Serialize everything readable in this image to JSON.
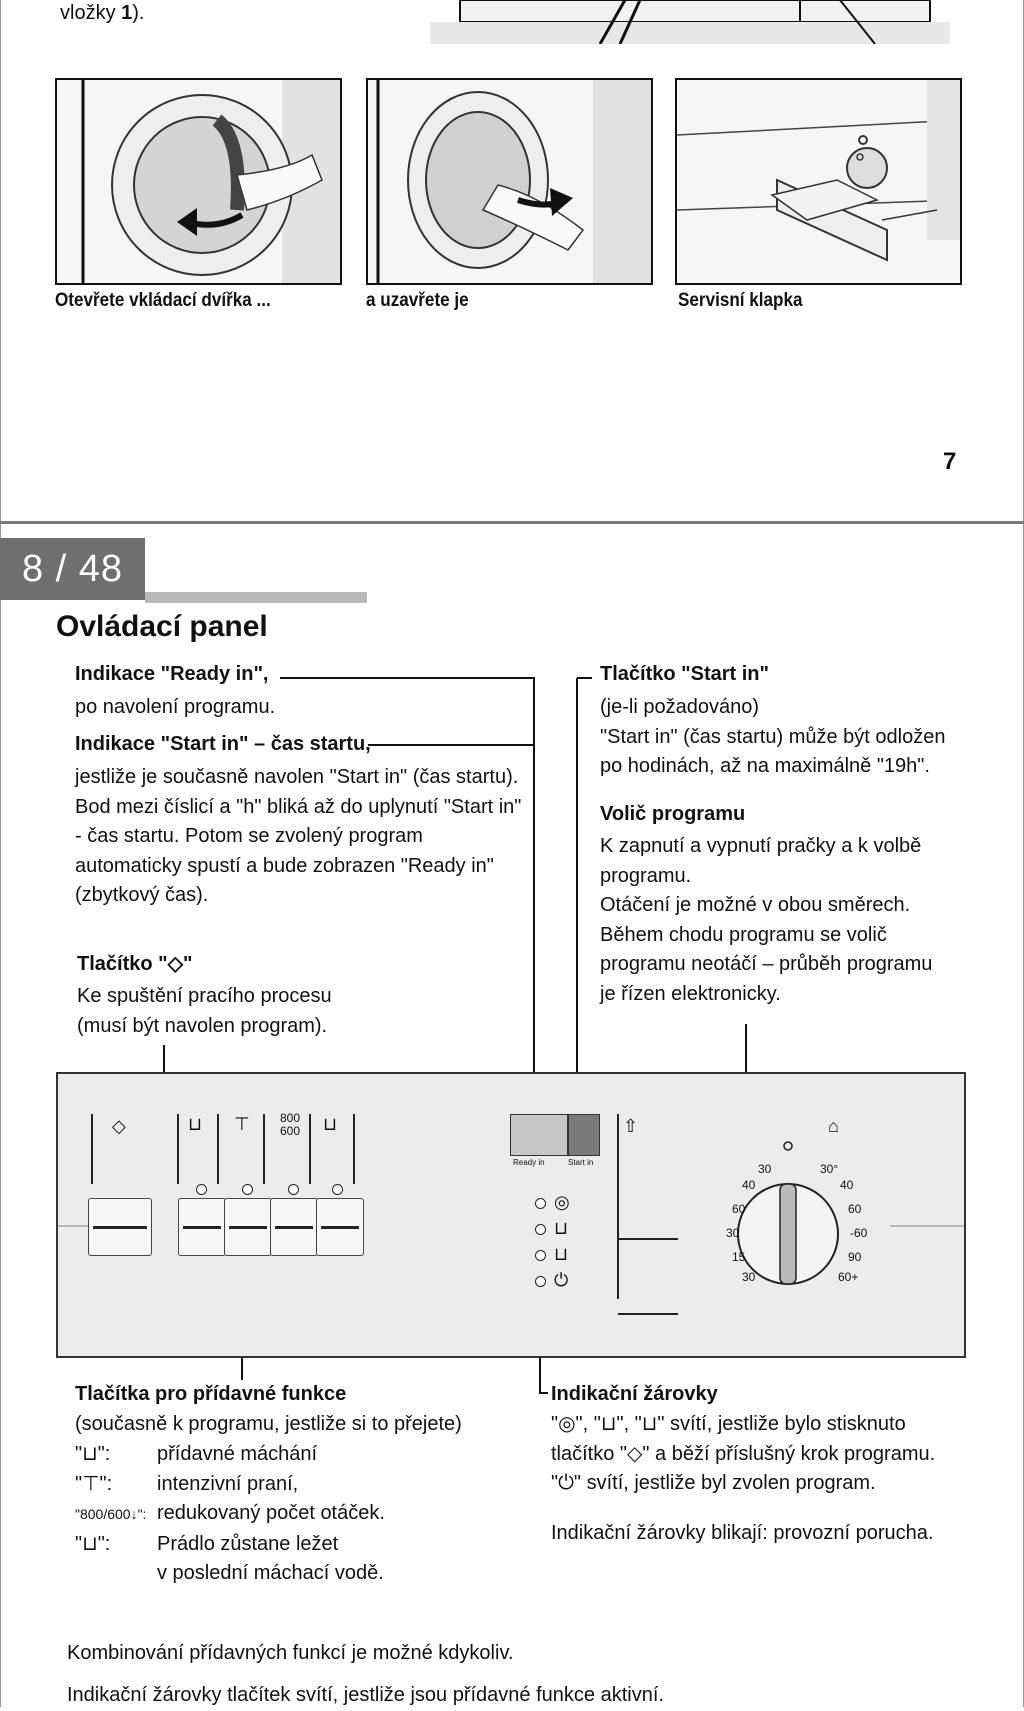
{
  "page7": {
    "top_text_prefix": "vložky ",
    "top_text_bold": "1",
    "top_text_suffix": ").",
    "captions": [
      "Otevřete vkládací dvířka ...",
      "a uzavřete je",
      "Servisní klapka"
    ],
    "page_number": "7"
  },
  "page8": {
    "badge": "8 / 48",
    "title": "Ovládací panel",
    "ready_in": {
      "title": "Indikace \"Ready in\",",
      "text": "po navolení programu."
    },
    "start_in_display": {
      "title": "Indikace \"Start in\" – čas startu,",
      "lines": [
        "jestliže je současně navolen \"Start in\" (čas startu).",
        "Bod mezi číslicí a \"h\" bliká až do uplynutí \"Start in\"",
        "- čas startu. Potom se zvolený program",
        "automaticky spustí a bude zobrazen \"Ready in\"",
        "(zbytkový čas)."
      ]
    },
    "start_button": {
      "title": "Tlačítko \"◇\"",
      "lines": [
        "Ke spuštění pracího procesu",
        "(musí být navolen program)."
      ]
    },
    "start_in_button": {
      "title": "Tlačítko \"Start in\"",
      "lines": [
        "(je-li požadováno)",
        "\"Start in\" (čas startu) může být odložen",
        "po hodinách, až na maximálně \"19h\"."
      ]
    },
    "program_selector": {
      "title": "Volič programu",
      "lines": [
        "K zapnutí a vypnutí pračky a k volbě",
        "programu.",
        "Otáčení je možné v obou směrech.",
        "Během chodu programu se volič",
        "programu neotáčí – průběh programu",
        "je řízen elektronicky."
      ]
    },
    "panel": {
      "ready_in_label": "Ready in",
      "start_in_label": "Start in",
      "speed_top": "800",
      "speed_bottom": "600",
      "dial_labels": [
        "30",
        "40",
        "60",
        "30",
        "15",
        "30",
        "30°",
        "40",
        "60",
        "-60",
        "90",
        "60+"
      ]
    },
    "extra_functions": {
      "title": "Tlačítka pro přídavné funkce",
      "subtitle": "(současně k programu, jestliže si to přejete)",
      "items": [
        {
          "key": "\"⊔\":",
          "text": "přídavné máchání"
        },
        {
          "key": "\"⊤\":",
          "text": "intenzivní praní,"
        },
        {
          "key": "\"800/600↓\":",
          "text": "redukovaný počet otáček."
        },
        {
          "key": "\"⊔\":",
          "text": "Prádlo zůstane ležet"
        },
        {
          "key": "",
          "text": "v poslední máchací vodě."
        }
      ]
    },
    "indicator_lamps": {
      "title": "Indikační žárovky",
      "lines": [
        "\"◎\", \"⊔\", \"⊔\" svítí, jestliže bylo stisknuto",
        "tlačítko \"◇\" a běží příslušný krok programu.",
        "\"⏻\" svítí, jestliže byl zvolen program."
      ],
      "note": "Indikační žárovky blikají: provozní porucha."
    },
    "bottom_lines": [
      "Kombinování přídavných funkcí je možné kdykoliv.",
      "Indikační žárovky tlačítek svítí, jestliže jsou přídavné funkce aktivní."
    ]
  }
}
